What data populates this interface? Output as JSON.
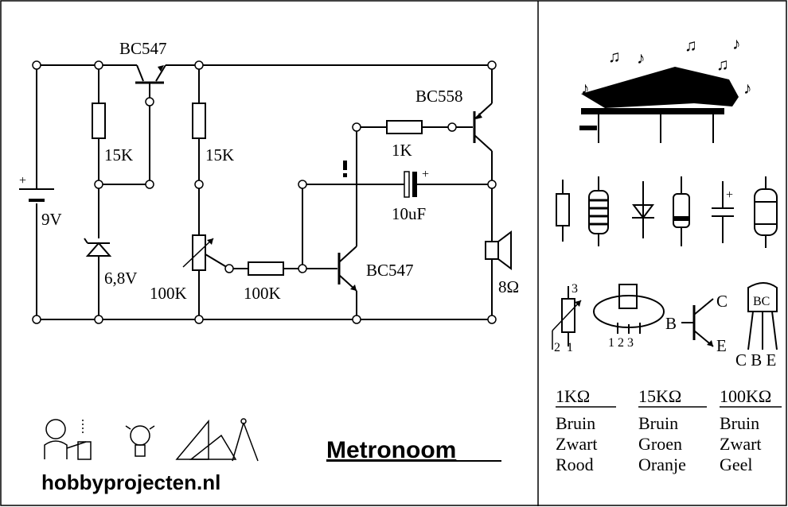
{
  "title": "Metronoom",
  "website": "hobbyprojecten.nl",
  "circuit": {
    "q1": "BC547",
    "q2": "BC558",
    "q3": "BC547",
    "r1": "15K",
    "r2": "15K",
    "r3": "1K",
    "r4": "100K",
    "pot": "100K",
    "cap": "10uF",
    "cap_plus": "+",
    "zener": "6,8V",
    "battery": "9V",
    "battery_plus": "+",
    "speaker": "8Ω"
  },
  "legend": {
    "pot_pins": [
      "3",
      "2",
      "1"
    ],
    "trimmer_pins": "1 2 3",
    "transistor_pins": {
      "b": "B",
      "c": "C",
      "e": "E"
    },
    "package_marking": "BC",
    "package_pins": "C B E",
    "cap_plus": "+",
    "color_codes": [
      {
        "value": "1KΩ",
        "colors": [
          "Bruin",
          "Zwart",
          "Rood"
        ]
      },
      {
        "value": "15KΩ",
        "colors": [
          "Bruin",
          "Groen",
          "Oranje"
        ]
      },
      {
        "value": "100KΩ",
        "colors": [
          "Bruin",
          "Zwart",
          "Geel"
        ]
      }
    ]
  }
}
